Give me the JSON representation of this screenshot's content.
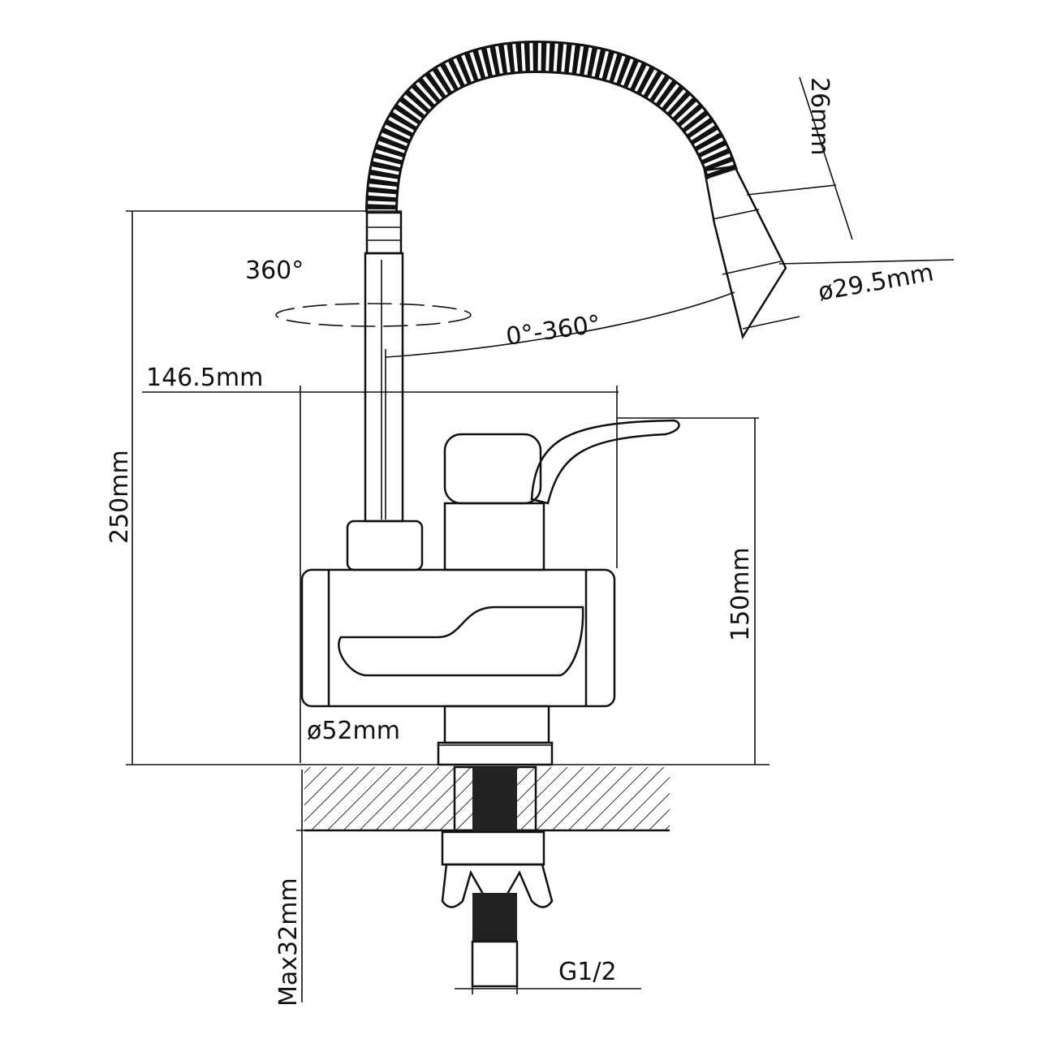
{
  "title": "Faucet dimension drawing",
  "labels": {
    "hose_length": "26mm",
    "spray_diameter": "ø29.5mm",
    "spout_rotation": "360°",
    "hose_rotation": "0°-360°",
    "width": "146.5mm",
    "total_height": "250mm",
    "body_height": "150mm",
    "base_diameter": "ø52mm",
    "max_thickness": "Max32mm",
    "thread": "G1/2"
  },
  "colors": {
    "line": "#111111",
    "background": "#ffffff"
  }
}
